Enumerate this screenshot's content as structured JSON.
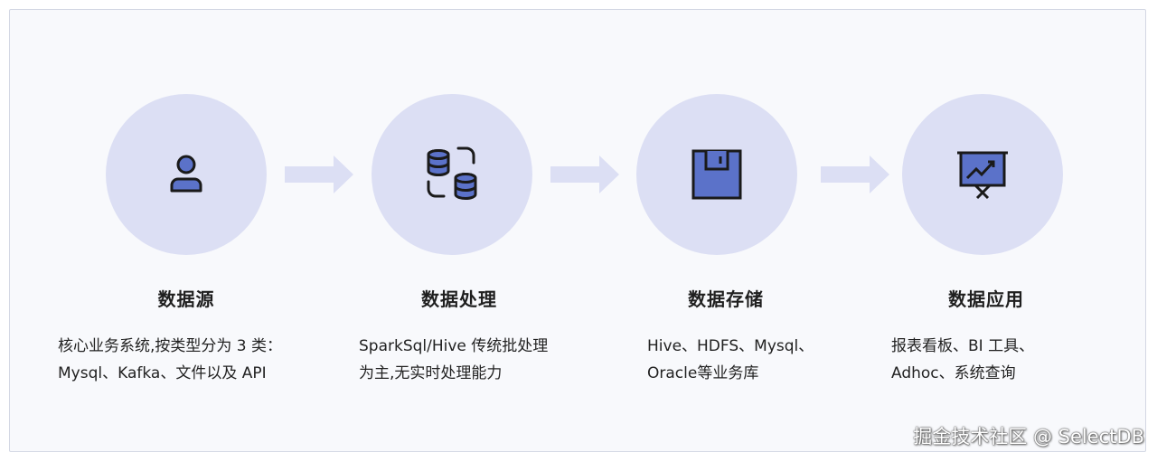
{
  "steps": [
    {
      "title": "数据源",
      "icon": "user-icon",
      "desc_line1": "核心业务系统,按类型分为 3 类：",
      "desc_line2": "Mysql、Kafka、文件以及 API"
    },
    {
      "title": "数据处理",
      "icon": "database-sync-icon",
      "desc_line1": "SparkSql/Hive 传统批处理",
      "desc_line2": "为主,无实时处理能力"
    },
    {
      "title": "数据存储",
      "icon": "floppy-disk-icon",
      "desc_line1": "Hive、HDFS、Mysql、",
      "desc_line2": "Oracle等业务库"
    },
    {
      "title": "数据应用",
      "icon": "presentation-chart-icon",
      "desc_line1": "报表看板、BI 工具、",
      "desc_line2": "Adhoc、系统查询"
    }
  ],
  "watermark": "掘金技术社区 @ SelectDB",
  "colors": {
    "circle": "#dcdff4",
    "arrow": "#dcdff4",
    "icon_fill": "#5b72c9",
    "icon_stroke": "#1a1a1a"
  }
}
